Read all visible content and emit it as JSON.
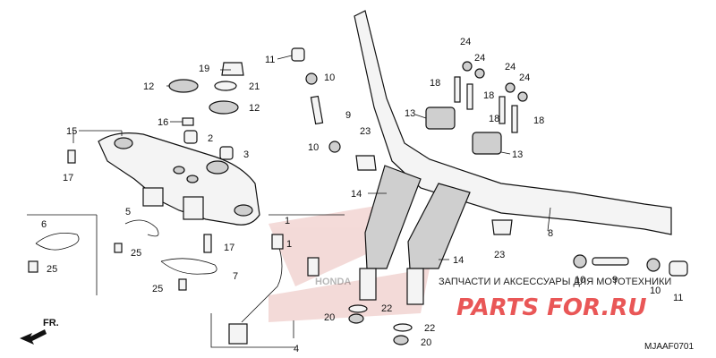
{
  "diagram": {
    "code": "MJAAF0701",
    "front_arrow": "FR.",
    "callouts": [
      "1",
      "1",
      "2",
      "3",
      "4",
      "5",
      "6",
      "7",
      "8",
      "9",
      "9",
      "10",
      "10",
      "10",
      "10",
      "11",
      "11",
      "12",
      "12",
      "13",
      "13",
      "14",
      "14",
      "15",
      "16",
      "17",
      "17",
      "18",
      "18",
      "18",
      "18",
      "19",
      "20",
      "20",
      "21",
      "22",
      "22",
      "23",
      "23",
      "24",
      "24",
      "24",
      "24",
      "25",
      "25",
      "25"
    ]
  },
  "watermark": {
    "line1": "ЗАПЧАСТИ И АКСЕССУАРЫ ДЛЯ МОТОТЕХНИКИ",
    "brand": "PARTS FOR.RU"
  },
  "honda_mark": "HONDA"
}
